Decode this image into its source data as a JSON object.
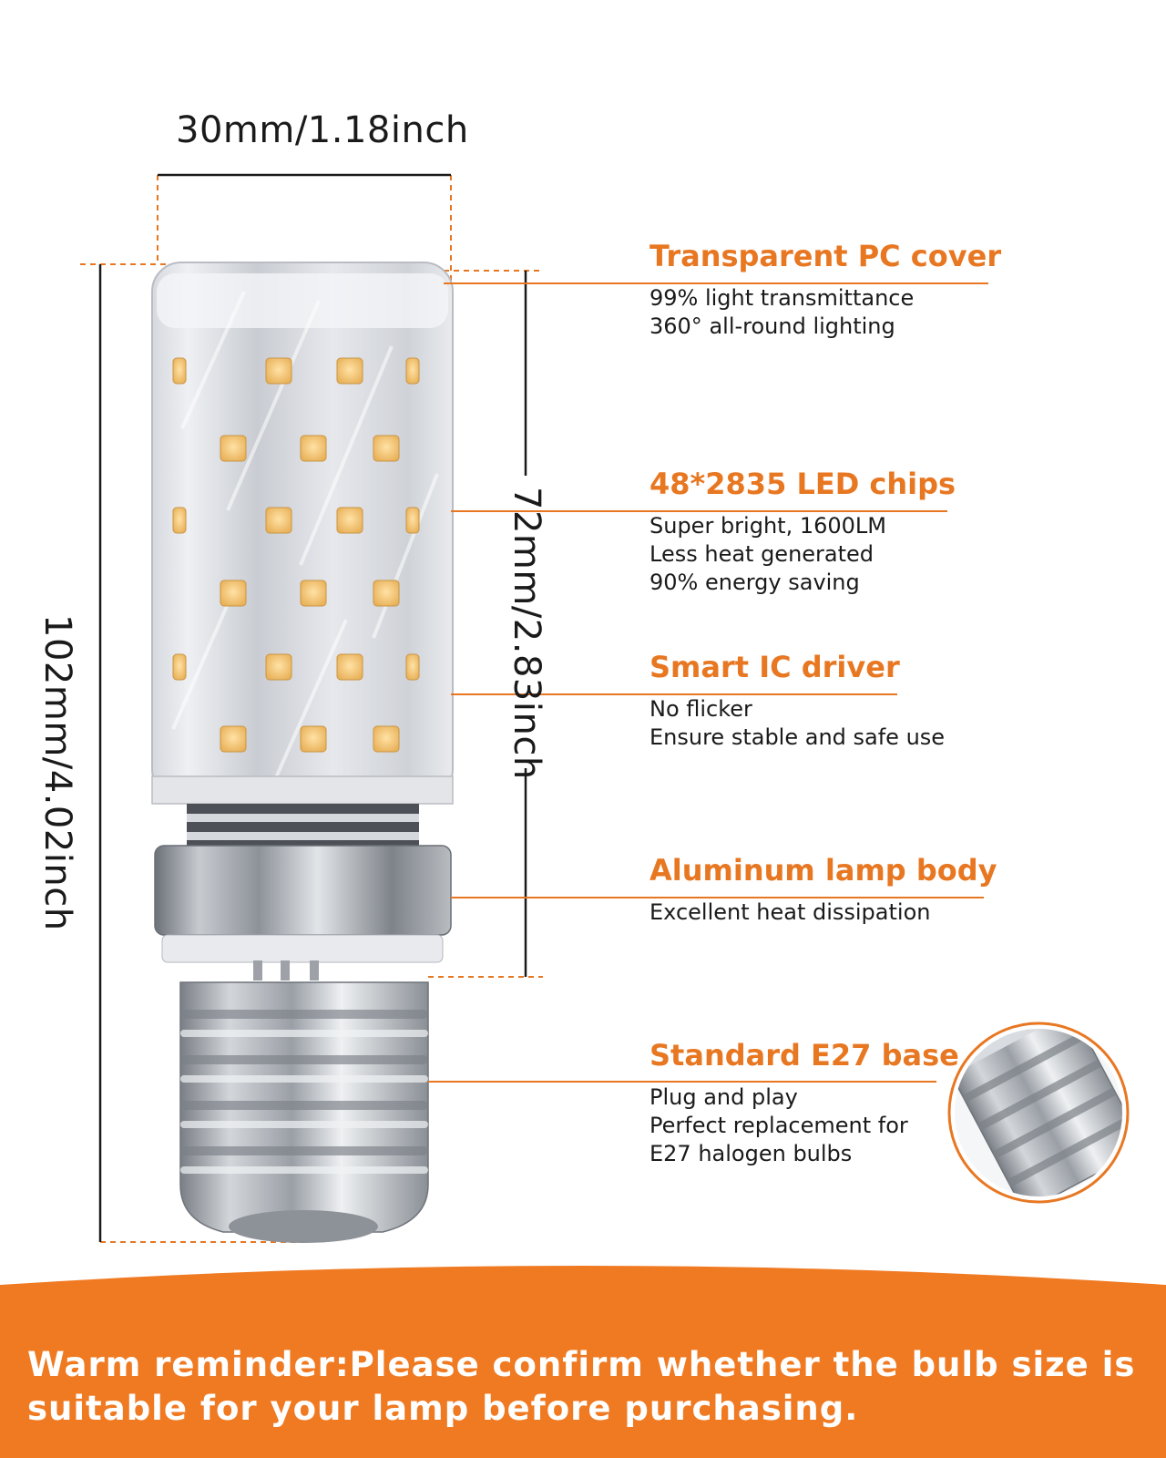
{
  "dimensions": {
    "width_label": "30mm/1.18inch",
    "total_height_label": "102mm/4.02inch",
    "cover_height_label": "72mm/2.83inch"
  },
  "features": [
    {
      "title": "Transparent PC cover",
      "lines": [
        "99% light transmittance",
        "360° all-round lighting"
      ]
    },
    {
      "title": "48*2835 LED chips",
      "lines": [
        "Super bright, 1600LM",
        "Less heat generated",
        "90% energy saving"
      ]
    },
    {
      "title": "Smart IC driver",
      "lines": [
        "No flicker",
        "Ensure stable and safe use"
      ]
    },
    {
      "title": "Aluminum lamp body",
      "lines": [
        "Excellent heat dissipation"
      ]
    },
    {
      "title": "Standard E27 base",
      "lines": [
        "Plug and play",
        "Perfect replacement for",
        "E27 halogen bulbs"
      ]
    }
  ],
  "reminder": {
    "line1": "Warm reminder:Please confirm whether the bulb size is",
    "line2": "suitable for your lamp before purchasing."
  },
  "colors": {
    "accent": "#e87722",
    "banner": "#f07a22",
    "text": "#1a1a1a"
  }
}
